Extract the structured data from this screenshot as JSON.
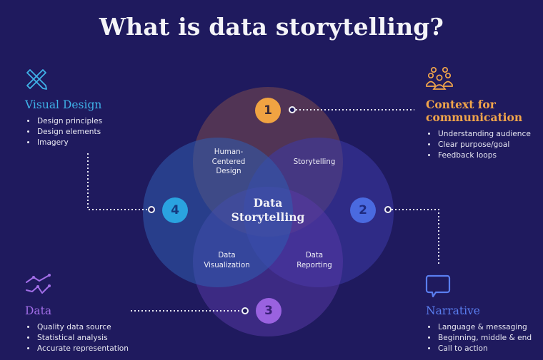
{
  "title": "What is data storytelling?",
  "center": {
    "line1": "Data",
    "line2": "Storytelling"
  },
  "overlaps": {
    "human_centered": [
      "Human-",
      "Centered",
      "Design"
    ],
    "storytelling": [
      "Storytelling"
    ],
    "data_visualization": [
      "Data",
      "Visualization"
    ],
    "data_reporting": [
      "Data",
      "Reporting"
    ]
  },
  "badges": [
    {
      "number": "1",
      "color": "#f0a342",
      "text_color": "#3a2a35"
    },
    {
      "number": "2",
      "color": "#4a6ae0",
      "text_color": "#1e2a80"
    },
    {
      "number": "3",
      "color": "#9a62e0",
      "text_color": "#3a1f78"
    },
    {
      "number": "4",
      "color": "#2aa3e0",
      "text_color": "#153a80"
    }
  ],
  "sections": {
    "visual_design": {
      "heading": "Visual Design",
      "color": "#3fb2e8",
      "icon": "pencil-ruler-cross-icon",
      "items": [
        "Design principles",
        "Design elements",
        "Imagery"
      ]
    },
    "context": {
      "heading_line1": "Context for",
      "heading_line2": "communication",
      "color": "#f2a54a",
      "icon": "people-group-icon",
      "items": [
        "Understanding audience",
        "Clear purpose/goal",
        "Feedback loops"
      ]
    },
    "data": {
      "heading": "Data",
      "color": "#a26ee8",
      "icon": "line-chart-icon",
      "items": [
        "Quality data source",
        "Statistical analysis",
        "Accurate representation"
      ]
    },
    "narrative": {
      "heading": "Narrative",
      "color": "#5a7ef0",
      "icon": "speech-bubble-icon",
      "items": [
        "Language & messaging",
        "Beginning, middle & end",
        "Call to action"
      ]
    }
  }
}
